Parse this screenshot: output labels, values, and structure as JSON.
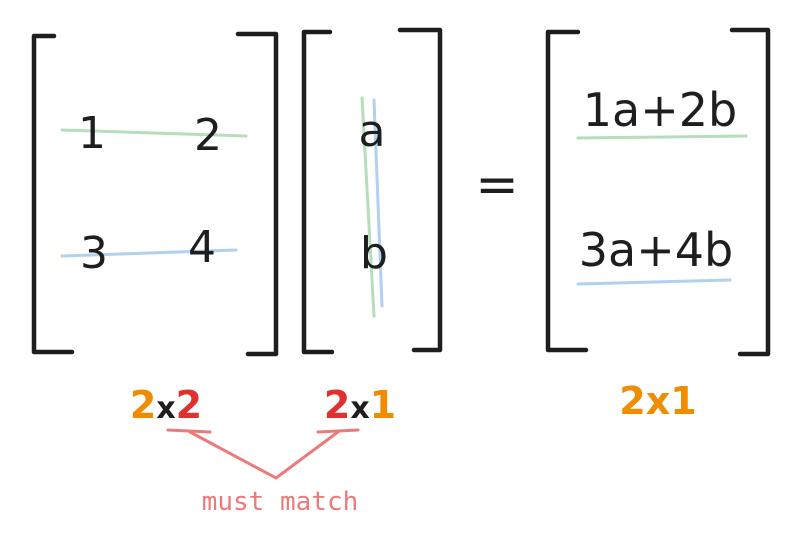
{
  "colors": {
    "ink": "#1e1e1e",
    "green": "#a9d8b0",
    "blue": "#a5c8ec",
    "orange": "#f08c00",
    "red": "#e03131",
    "pink": "#ec7a7a"
  },
  "matrix_a": {
    "a11": "1",
    "a12": "2",
    "a21": "3",
    "a22": "4"
  },
  "vector_x": {
    "x1": "a",
    "x2": "b"
  },
  "equals": "=",
  "result": {
    "r1": "1a+2b",
    "r2": "3a+4b"
  },
  "dims": {
    "a_rows": "2",
    "a_x": "x",
    "a_cols": "2",
    "x_rows": "2",
    "x_x": "x",
    "x_cols": "1",
    "result": "2x1"
  },
  "annotation": "must match"
}
